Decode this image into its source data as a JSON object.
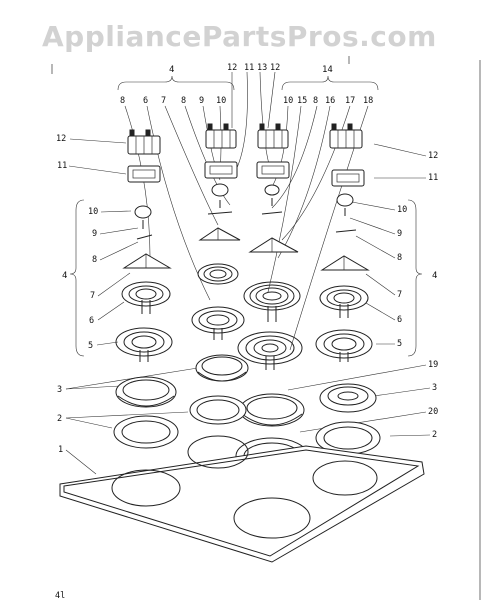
{
  "watermark": "AppliancePartsPros.com",
  "callouts": {
    "n1": "1",
    "n2": "2",
    "n3": "3",
    "n4": "4",
    "n5": "5",
    "n6": "6",
    "n7": "7",
    "n8": "8",
    "n9": "9",
    "n10": "10",
    "n11": "11",
    "n12": "12",
    "n13": "13",
    "n14": "14",
    "n15": "15",
    "n16": "16",
    "n17": "17",
    "n18": "18",
    "n19": "19",
    "n20": "20"
  },
  "footer_mark": "4l"
}
